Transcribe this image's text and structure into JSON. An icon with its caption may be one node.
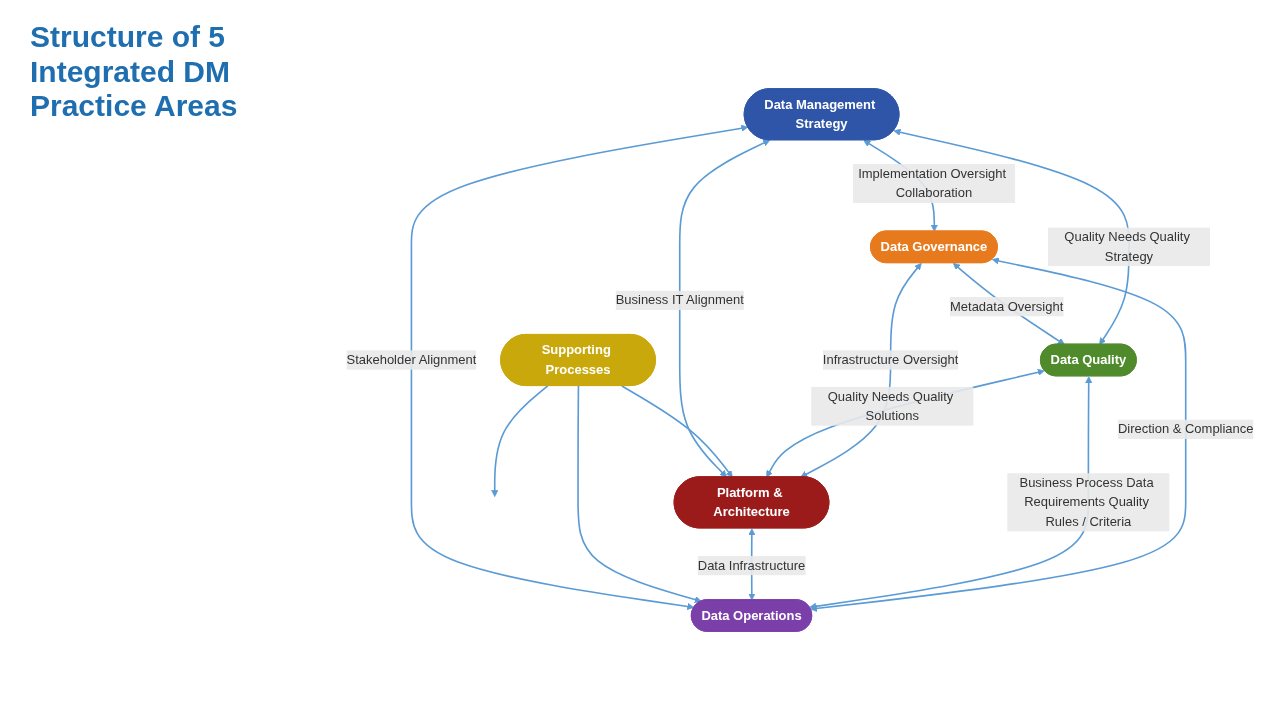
{
  "diagram": {
    "title": "Structure of 5 Integrated DM Practice Areas",
    "nodes": [
      {
        "text": [
          "Data Management Strategy"
        ]
      },
      {
        "text": [
          "Data Governance"
        ]
      },
      {
        "text": [
          "Data Quality"
        ]
      },
      {
        "text": [
          "Platform & Architecture"
        ]
      },
      {
        "text": [
          "Data Operations"
        ]
      },
      {
        "text": [
          "Supporting Processes"
        ]
      }
    ],
    "edges": [
      {
        "from": 0,
        "to": 1,
        "arrow": "both",
        "label": "Implementation Oversight Collaboration"
      },
      {
        "from": 0,
        "to": 2,
        "arrow": "both",
        "label": "Quality Needs Quality Strategy"
      },
      {
        "from": 1,
        "to": 2,
        "arrow": "both",
        "label": "Metadata Oversight"
      },
      {
        "from": 3,
        "to": 0,
        "arrow": "both",
        "label": "Business IT Alignment"
      },
      {
        "from": 4,
        "to": 0,
        "arrow": "both",
        "label": "Stakeholder Alignment"
      },
      {
        "from": 1,
        "to": 3,
        "arrow": "both",
        "label": "Infrastructure Oversight"
      },
      {
        "from": 1,
        "to": 4,
        "arrow": "both",
        "label": "Direction & Compliance"
      },
      {
        "from": 2,
        "to": 3,
        "arrow": "both",
        "label": "Quality Needs Quality Solutions"
      },
      {
        "from": 2,
        "to": 4,
        "arrow": "both",
        "label": "Business Process Data Requirements Quality Rules / Criteria"
      },
      {
        "from": 3,
        "to": 4,
        "arrow": "both",
        "label": "Data Infrastructure"
      },
      {
        "from": 5,
        "to": 3,
        "arrow": "to"
      },
      {
        "from": 5,
        "to": 4,
        "arrow": "to"
      },
      {
        "from": 5,
        "to": null,
        "arrow": "to"
      }
    ]
  }
}
